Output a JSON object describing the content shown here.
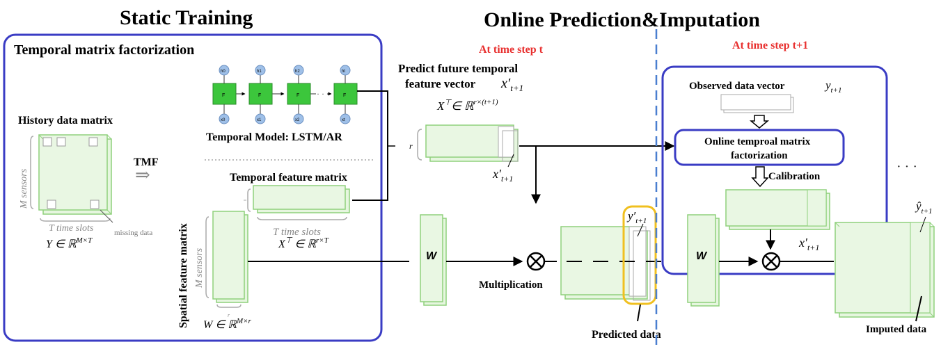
{
  "titles": {
    "static": "Static Training",
    "online": "Online Prediction&Imputation"
  },
  "left_panel": {
    "title": "Temporal matrix factorization",
    "history_label": "History data matrix",
    "tmf_label": "TMF",
    "tmf_arrow": "⇒",
    "m_sensors": "M sensors",
    "t_time_slots": "T time slots",
    "missing_data": "missing data",
    "y_formula": "Y ∈ ℝ",
    "y_sup": "M×T",
    "temporal_model": "Temporal Model: LSTM/AR",
    "lstm_f": "F",
    "lstm_h": [
      "h0",
      "h1",
      "h2",
      "ht"
    ],
    "lstm_x": [
      "x0",
      "x1",
      "x2",
      "xt"
    ],
    "lstm_dots": "· · ·",
    "temporal_feature_matrix": "Temporal feature matrix",
    "xt_formula": "X",
    "xt_sup_t": "⊤",
    "xt_in": " ∈ ℝ",
    "xt_sup": "r×T",
    "spatial_feature_matrix": "Spatial feature matrix",
    "w_formula": "W ∈ ℝ",
    "w_sup": "M×r",
    "r_small": "r"
  },
  "time_step_t": "At time step t",
  "time_step_t1": "At time step t+1",
  "predict": {
    "line1": "Predict future temporal",
    "line2": "feature vector",
    "x_hat": "x′",
    "x_hat_sub": "t+1",
    "xt_big": "X",
    "xt_big_sup_t": "⊤",
    "xt_big_in": "∈ ℝ",
    "xt_big_sup": "r×(t+1)",
    "r_label": "r",
    "x_below": "x′",
    "x_below_sub": "t+1"
  },
  "w_box_label": "W",
  "multiplication": "Multiplication",
  "y_pred": "y′",
  "y_pred_sub": "t+1",
  "predicted_data": "Predicted data",
  "right_panel": {
    "observed": "Observed data vector",
    "observed_y": "y",
    "observed_y_sub": "t+1",
    "online_line1": "Online temproal matrix",
    "online_line2": "factorization",
    "calibration": "Calibration",
    "w_label": "W",
    "x_label": "x′",
    "x_label_sub": "t+1"
  },
  "ellipsis": "· · ·",
  "y_hat": "ŷ",
  "y_hat_sub": "t+1",
  "imputed_data": "Imputed data",
  "colors": {
    "green_fill": "#e6f6df",
    "green_stroke": "#8fd07c",
    "lstm_green": "#3cc63c",
    "lstm_node": "#9fc0e8",
    "panel_blue": "#3a3cc4",
    "dash_blue": "#4a7fd0",
    "highlight": "#f0c020",
    "red": "#e8302f"
  }
}
